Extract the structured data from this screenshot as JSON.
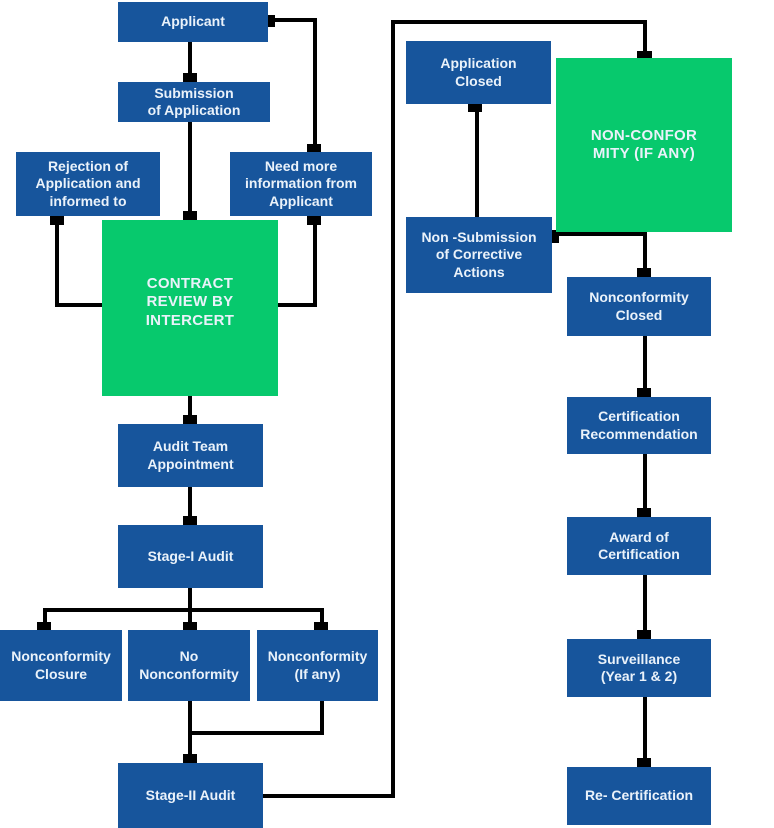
{
  "colors": {
    "node_blue": "#17559c",
    "node_green": "#07c96d",
    "connector": "#000000",
    "node_text": "#eaf2fa",
    "background": "#ffffff"
  },
  "nodes": {
    "applicant": {
      "label": "Applicant",
      "style": "blue"
    },
    "submission": {
      "label": "Submission\nof Application",
      "style": "blue"
    },
    "rejection": {
      "label": "Rejection of\nApplication and\ninformed to",
      "style": "blue"
    },
    "need_more_info": {
      "label": "Need more\ninformation from\nApplicant",
      "style": "blue"
    },
    "contract_review": {
      "label": "CONTRACT\nREVIEW BY\nINTERCERT",
      "style": "green"
    },
    "audit_team": {
      "label": "Audit Team\nAppointment",
      "style": "blue"
    },
    "stage1_audit": {
      "label": "Stage-I Audit",
      "style": "blue"
    },
    "nonconformity_closure": {
      "label": "Nonconformity\nClosure",
      "style": "blue"
    },
    "no_nonconformity": {
      "label": "No\nNonconformity",
      "style": "blue"
    },
    "nonconformity_if_any": {
      "label": "Nonconformity\n(If any)",
      "style": "blue"
    },
    "stage2_audit": {
      "label": "Stage-II Audit",
      "style": "blue"
    },
    "application_closed": {
      "label": "Application\nClosed",
      "style": "blue"
    },
    "non_conformity": {
      "label": "NON-CONFOR\nMITY (IF ANY)",
      "style": "green"
    },
    "non_submission": {
      "label": "Non -Submission\nof Corrective\nActions",
      "style": "blue"
    },
    "nonconformity_closed": {
      "label": "Nonconformity\nClosed",
      "style": "blue"
    },
    "certification_recommendation": {
      "label": "Certification\nRecommendation",
      "style": "blue"
    },
    "award_of_certification": {
      "label": "Award of\nCertification",
      "style": "blue"
    },
    "surveillance": {
      "label": "Surveillance\n(Year 1 & 2)",
      "style": "blue"
    },
    "re_certification": {
      "label": "Re- Certification",
      "style": "blue"
    }
  },
  "edges": [
    {
      "from": "applicant",
      "to": "submission"
    },
    {
      "from": "submission",
      "to": "contract_review"
    },
    {
      "from": "applicant",
      "to": "need_more_info"
    },
    {
      "from": "contract_review",
      "to": "rejection"
    },
    {
      "from": "contract_review",
      "to": "need_more_info"
    },
    {
      "from": "contract_review",
      "to": "audit_team"
    },
    {
      "from": "audit_team",
      "to": "stage1_audit"
    },
    {
      "from": "stage1_audit",
      "to": "nonconformity_closure"
    },
    {
      "from": "stage1_audit",
      "to": "no_nonconformity"
    },
    {
      "from": "stage1_audit",
      "to": "nonconformity_if_any"
    },
    {
      "from": "no_nonconformity",
      "to": "stage2_audit"
    },
    {
      "from": "nonconformity_if_any",
      "to": "stage2_audit"
    },
    {
      "from": "stage2_audit",
      "to": "non_conformity"
    },
    {
      "from": "non_conformity",
      "to": "non_submission"
    },
    {
      "from": "non_submission",
      "to": "application_closed"
    },
    {
      "from": "non_conformity",
      "to": "nonconformity_closed"
    },
    {
      "from": "nonconformity_closed",
      "to": "certification_recommendation"
    },
    {
      "from": "certification_recommendation",
      "to": "award_of_certification"
    },
    {
      "from": "award_of_certification",
      "to": "surveillance"
    },
    {
      "from": "surveillance",
      "to": "re_certification"
    }
  ]
}
